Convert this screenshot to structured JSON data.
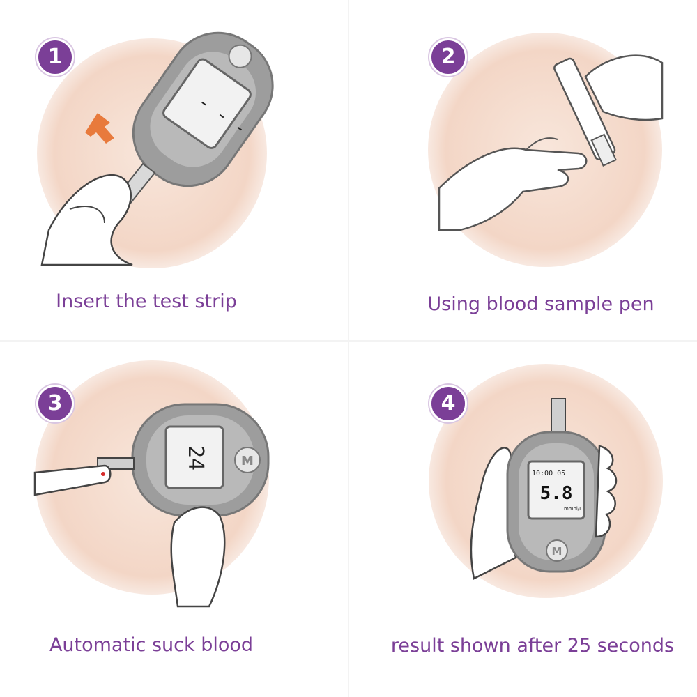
{
  "colors": {
    "accent": "#7b3f97",
    "circle": "#f6dfd2",
    "circle_edge": "#fbf0ea",
    "arrow": "#e87a3c",
    "meter": "#9a9a9a",
    "screen": "#f0f0f0"
  },
  "steps": [
    {
      "number": "1",
      "caption": "Insert the test strip",
      "icon": "insert-strip-icon"
    },
    {
      "number": "2",
      "caption": "Using blood sample pen",
      "icon": "lancing-pen-icon"
    },
    {
      "number": "3",
      "caption": "Automatic suck blood",
      "icon": "finger-blood-icon"
    },
    {
      "number": "4",
      "caption": "result shown after 25 seconds",
      "icon": "meter-result-icon"
    }
  ],
  "meter": {
    "step1_screen": "- - -",
    "step3_screen": "24",
    "step4_time": "10:00 05",
    "step4_reading": "5.8",
    "step4_unit": "mmol/L",
    "button_label": "M"
  }
}
